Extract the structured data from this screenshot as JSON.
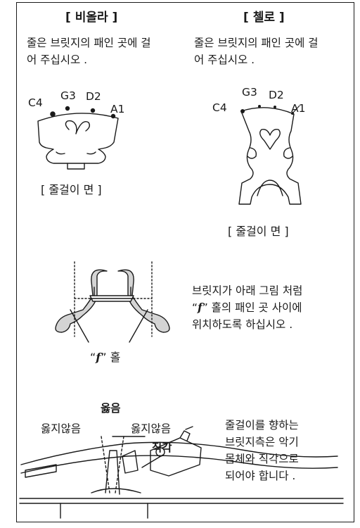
{
  "viola": {
    "heading": "[ 비올라 ]",
    "instruction_line1": "줄은 브릿지의 패인 곳에 걸",
    "instruction_line2": "어 주십시오 .",
    "string_labels": [
      "C4",
      "G3",
      "D2",
      "A1"
    ],
    "caption": "[ 줄걸이 면 ]"
  },
  "cello": {
    "heading": "[ 첼로 ]",
    "instruction_line1": "줄은 브릿지의 패인 곳에 걸",
    "instruction_line2": "어 주십시오 .",
    "string_labels": [
      "C4",
      "G3",
      "D2",
      "A1"
    ],
    "caption": "[ 줄걸이 면 ]"
  },
  "f_hole": {
    "text_line1": "브릿지가 아래 그림 처럼",
    "text_line2_prefix": "“",
    "text_line2_f": "f",
    "text_line2_suffix": "” 홀의 패인 곳 사이에",
    "text_line3": "위치하도록 하십시오 .",
    "caption_prefix": "“",
    "caption_f": "f",
    "caption_suffix": "” 홀"
  },
  "angle": {
    "correct_label": "옳음",
    "wrong_label_left": "옳지않음",
    "wrong_label_right": "옳지않음",
    "right_angle_label": "직각",
    "text_line1": "줄걸이를 향하는",
    "text_line2": "브릿지측은 악기",
    "text_line3": "몸체와 직각으로",
    "text_line4": "되어야 합니다 ."
  }
}
